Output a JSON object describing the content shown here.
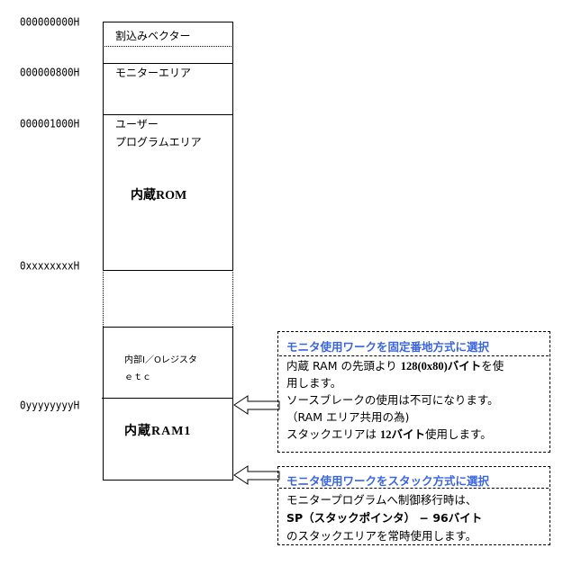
{
  "addresses": [
    "000000000H",
    "000000800H",
    "000001000H",
    "0xxxxxxxxH",
    "0yyyyyyyyH"
  ],
  "memory_blocks": {
    "interrupt_vector": "割込みベクター",
    "monitor_area": "モニターエリア",
    "user_program_1": "ユーザー",
    "user_program_2": "プログラムエリア",
    "internal_rom": "内蔵ROM",
    "io_register_1": "内部I／Oレジスタ",
    "io_register_2": "ｅｔｃ",
    "internal_ram": "内蔵RAM1"
  },
  "callout_fixed": {
    "title": "モニタ使用ワークを固定番地方式に選択",
    "line1a": "内蔵 RAM の先頭より ",
    "line1b": "128(0x80)バイト",
    "line1c": "を使",
    "line2": "用します。",
    "line3": "ソースブレークの使用は不可になります。",
    "line4": "（RAM エリア共用の為)",
    "line5a": "スタックエリアは ",
    "line5b": "12バイト",
    "line5c": "使用します。"
  },
  "callout_stack": {
    "title": "モニタ使用ワークをスタック方式に選択",
    "line1": "モニタープログラムへ制御移行時は、",
    "line2": "SP（スタックポインタ） − 96バイト",
    "line3": "のスタックエリアを常時使用します。"
  },
  "colors": {
    "title": "#3a66e0"
  }
}
